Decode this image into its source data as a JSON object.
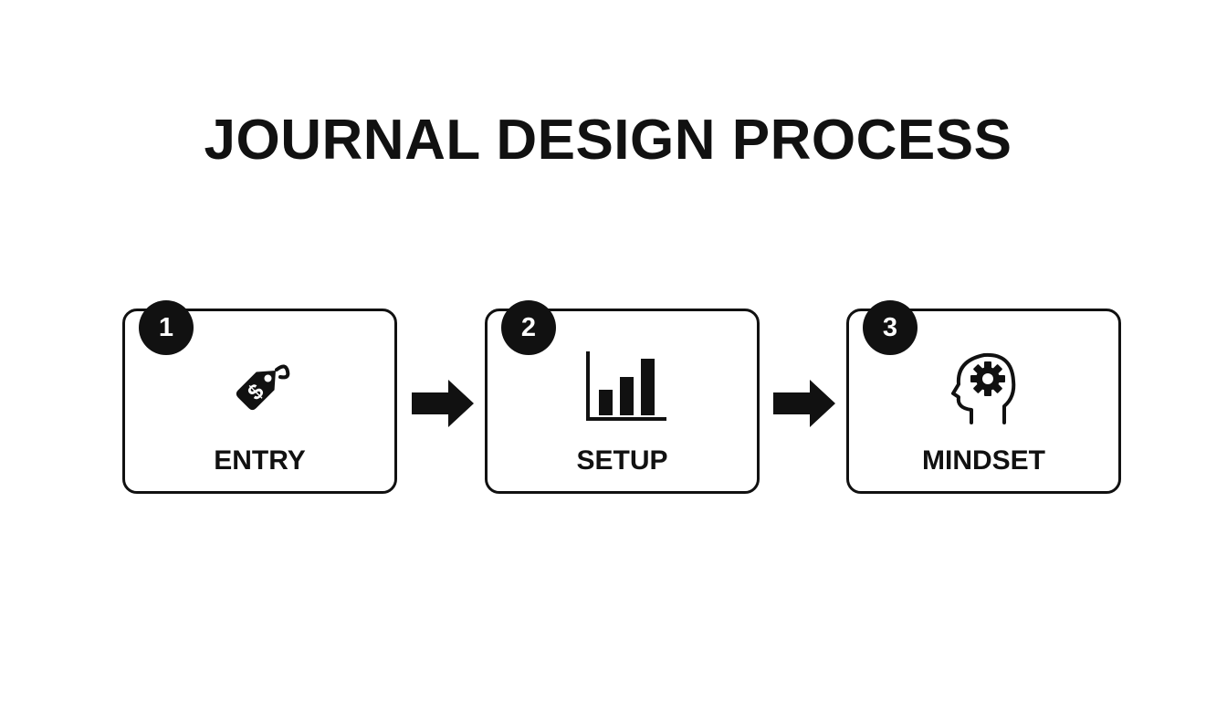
{
  "title": "JOURNAL DESIGN PROCESS",
  "steps": [
    {
      "number": "1",
      "label": "ENTRY",
      "icon": "price-tag-dollar-icon"
    },
    {
      "number": "2",
      "label": "SETUP",
      "icon": "bar-chart-icon"
    },
    {
      "number": "3",
      "label": "MINDSET",
      "icon": "head-gear-icon"
    }
  ],
  "colors": {
    "ink": "#111111",
    "background": "#ffffff"
  }
}
